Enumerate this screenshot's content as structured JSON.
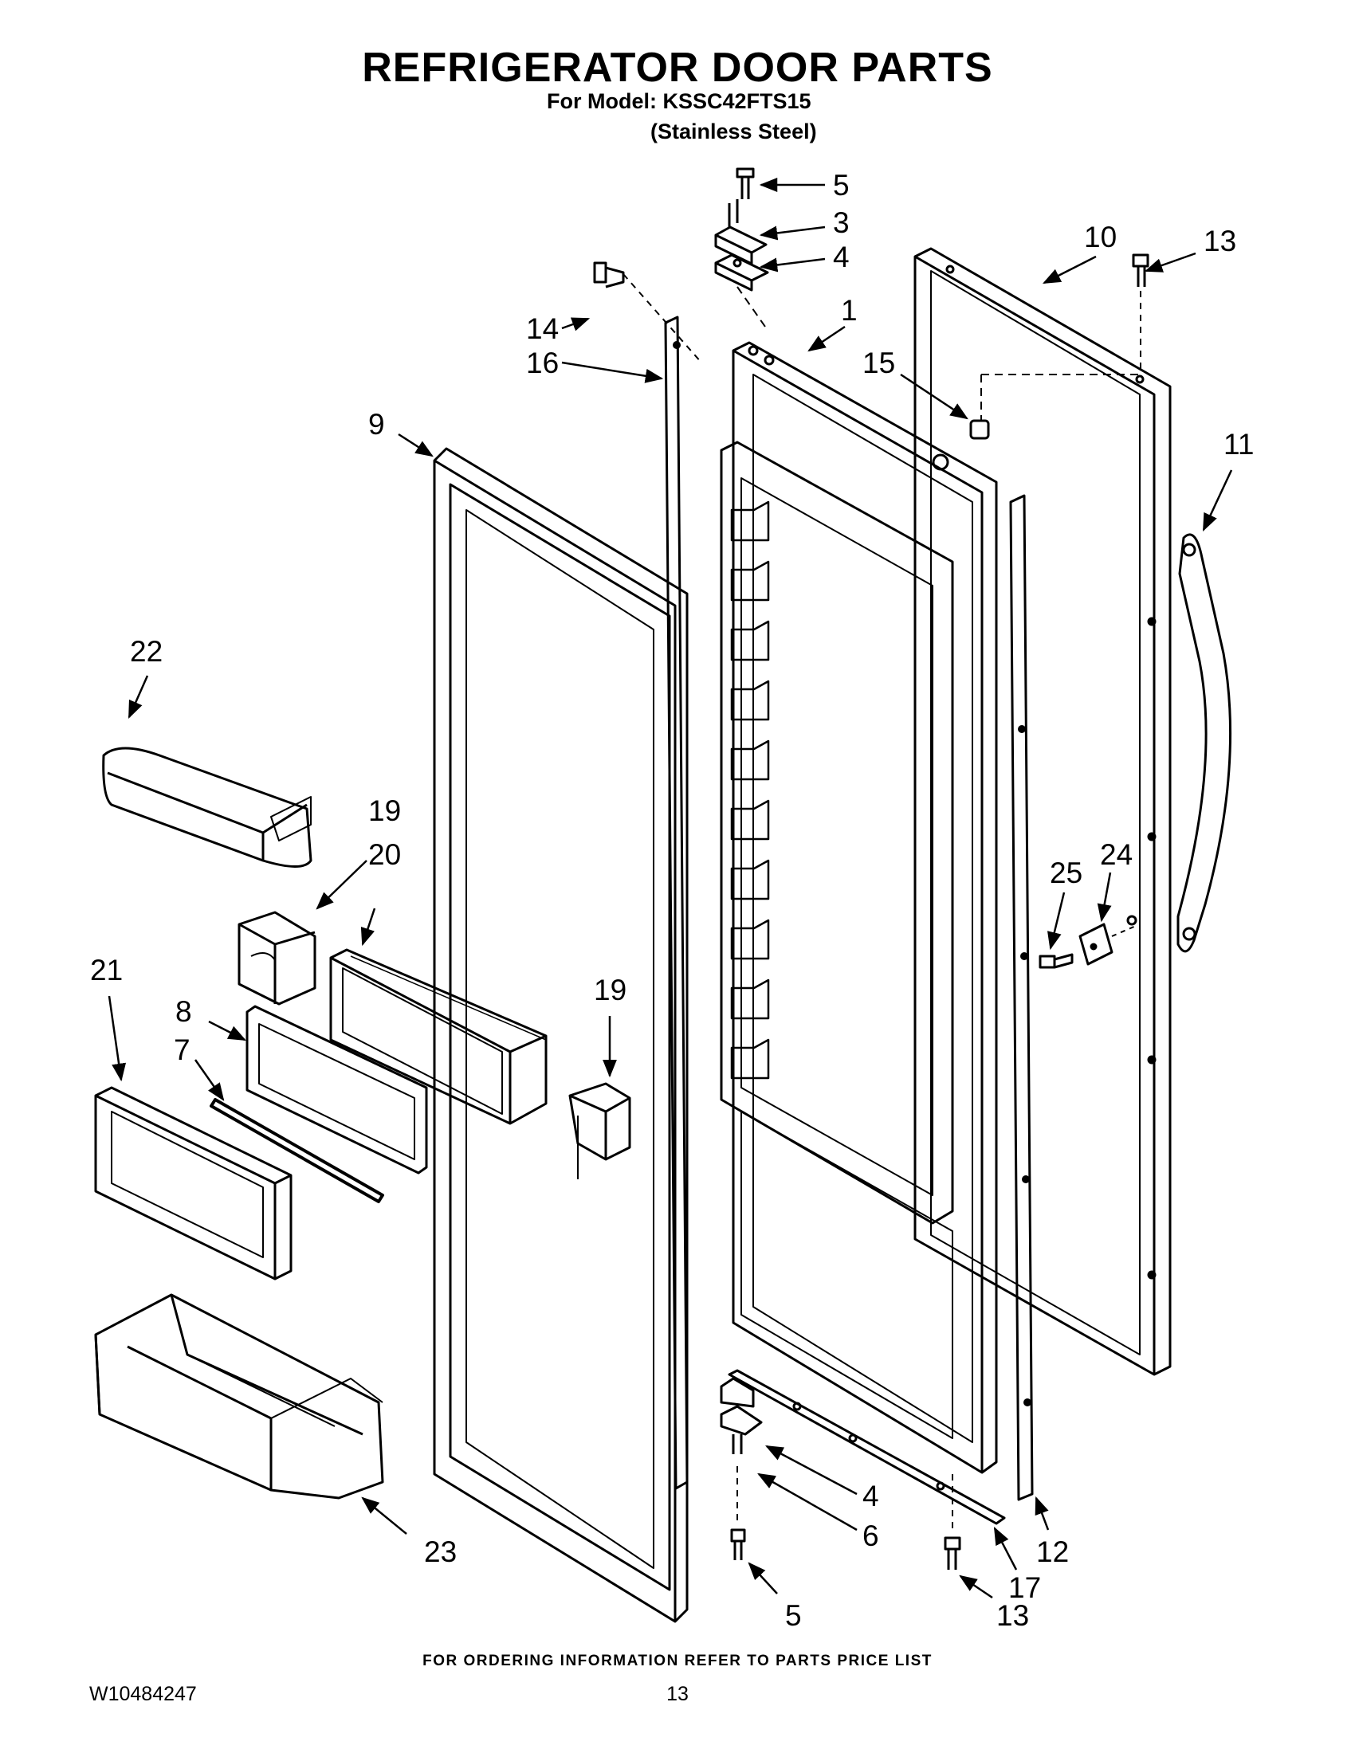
{
  "header": {
    "title": "REFRIGERATOR DOOR PARTS",
    "model": "For Model: KSSC42FTS15",
    "finish": "(Stainless Steel)"
  },
  "footer": {
    "ordering_note": "FOR ORDERING INFORMATION REFER TO PARTS PRICE LIST",
    "document_number": "W10484247",
    "page_number": "13"
  },
  "callouts": {
    "c5_top": "5",
    "c3": "3",
    "c4_top": "4",
    "c10": "10",
    "c13_top": "13",
    "c14": "14",
    "c16": "16",
    "c1": "1",
    "c15": "15",
    "c9": "9",
    "c11": "11",
    "c22": "22",
    "c19_left": "19",
    "c20": "20",
    "c25": "25",
    "c24": "24",
    "c21": "21",
    "c8": "8",
    "c7": "7",
    "c19_right": "19",
    "c23": "23",
    "c4_bottom": "4",
    "c6": "6",
    "c12": "12",
    "c17": "17",
    "c5_bottom": "5",
    "c13_bottom": "13"
  }
}
